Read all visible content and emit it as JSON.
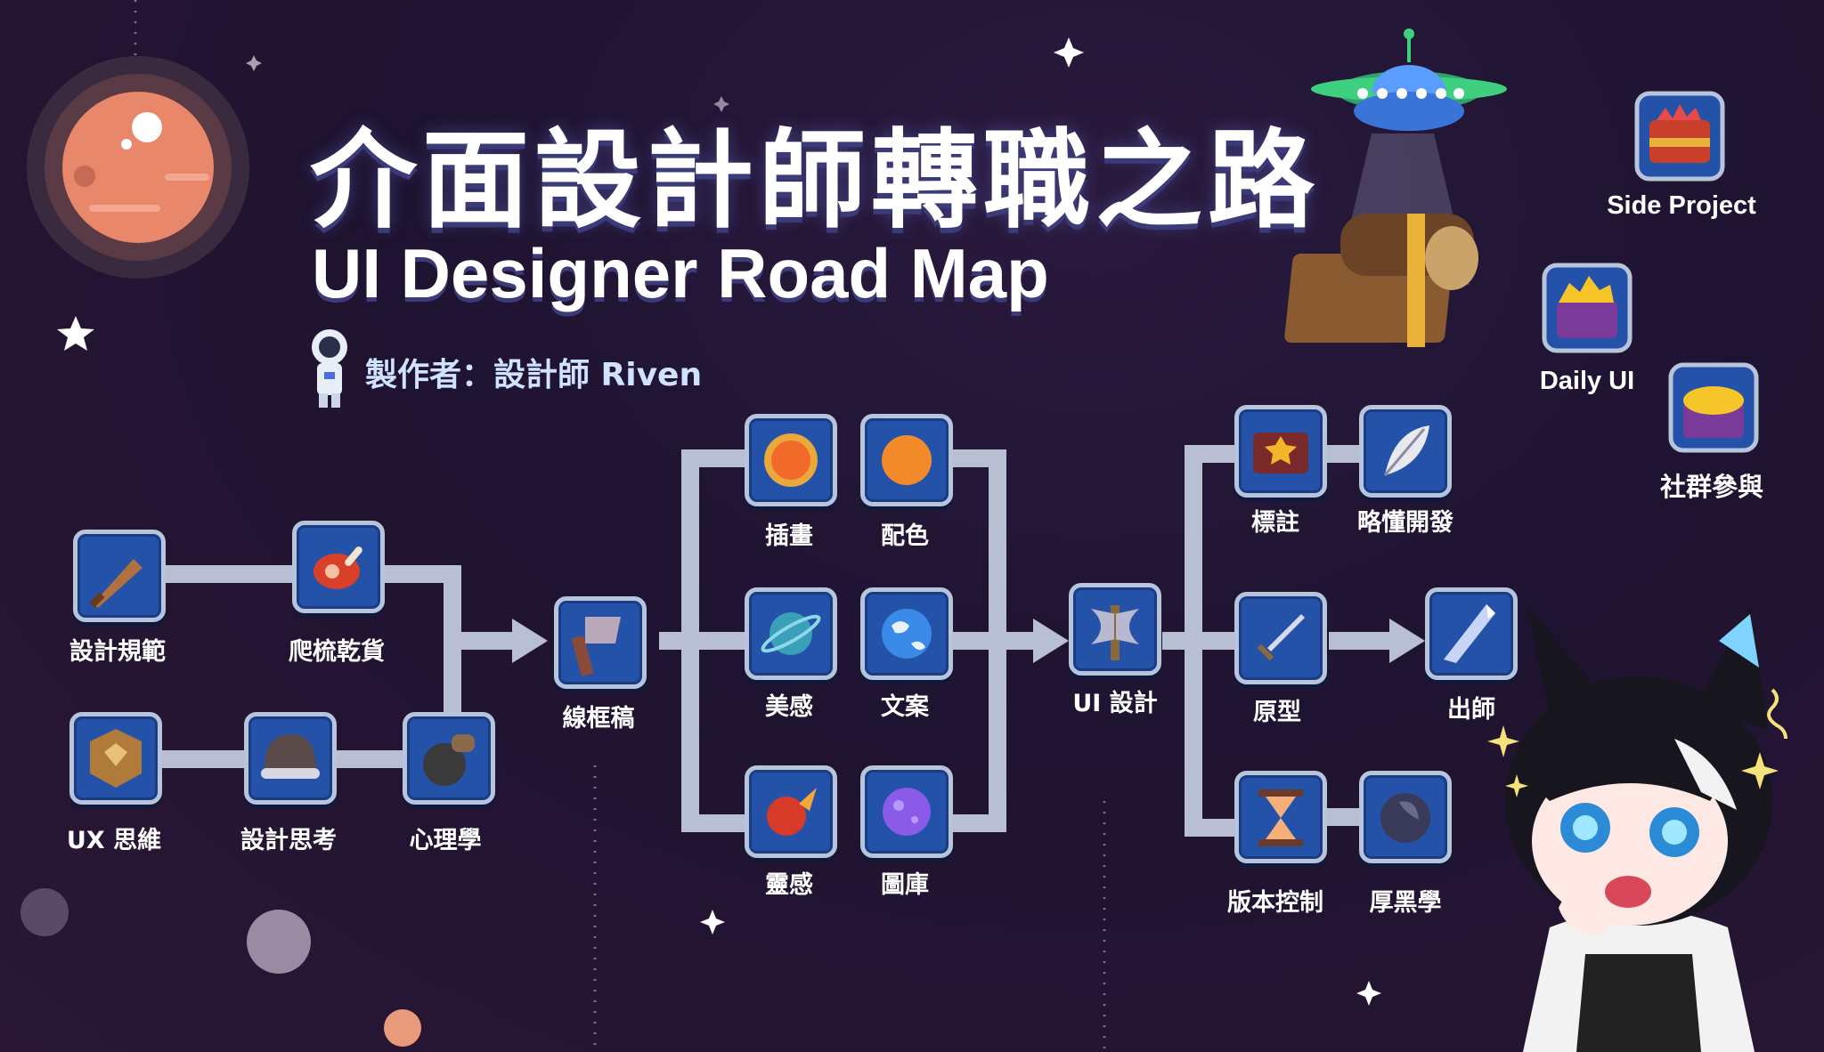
{
  "title": {
    "chinese": "介面設計師轉職之路",
    "english": "UI Designer Road Map",
    "author": "製作者：設計師 Riven"
  },
  "nodes": {
    "design_spec": "設計規範",
    "crawl": "爬梳乾貨",
    "ux_thinking": "UX 思維",
    "design_thinking": "設計思考",
    "psychology": "心理學",
    "wireframe": "線框稿",
    "illustration": "插畫",
    "color": "配色",
    "aesthetics": "美感",
    "copywriting": "文案",
    "inspiration": "靈感",
    "gallery": "圖庫",
    "ui_design": "UI 設計",
    "annotation": "標註",
    "dev_basics": "略懂開發",
    "prototype": "原型",
    "graduate": "出師",
    "version_control": "版本控制",
    "thick_black": "厚黑學"
  },
  "rewards": {
    "side_project": "Side Project",
    "daily_ui": "Daily UI",
    "community": "社群參與"
  },
  "colors": {
    "node_fill": "#2452a8",
    "node_border": "#b8c4dc",
    "connector": "#b8bfd2",
    "bg_dark": "#1e1330"
  }
}
